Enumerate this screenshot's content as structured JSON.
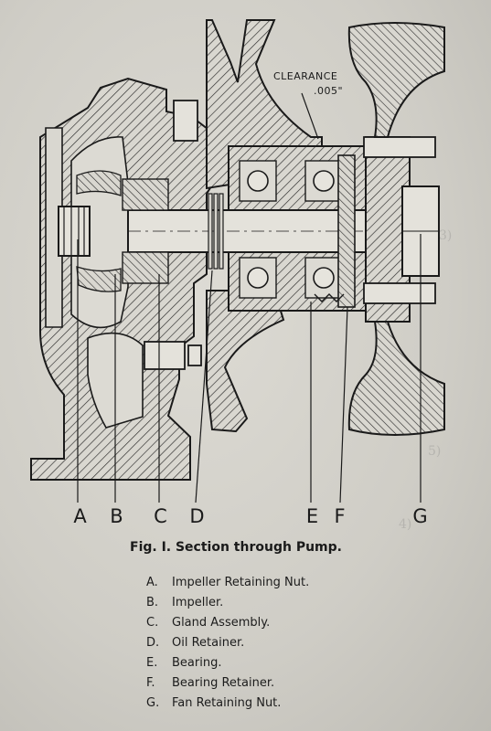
{
  "figure": {
    "clearance_label": "CLEARANCE",
    "clearance_value": ".005\"",
    "part_letters": [
      "A",
      "B",
      "C",
      "D",
      "E",
      "F",
      "G"
    ],
    "caption": "Fig. I.   Section through Pump.",
    "legend": [
      {
        "key": "A.",
        "label": "Impeller Retaining Nut."
      },
      {
        "key": "B.",
        "label": "Impeller."
      },
      {
        "key": "C.",
        "label": "Gland Assembly."
      },
      {
        "key": "D.",
        "label": "Oil Retainer."
      },
      {
        "key": "E.",
        "label": "Bearing."
      },
      {
        "key": "F.",
        "label": "Bearing Retainer."
      },
      {
        "key": "G.",
        "label": "Fan Retaining Nut."
      }
    ]
  }
}
